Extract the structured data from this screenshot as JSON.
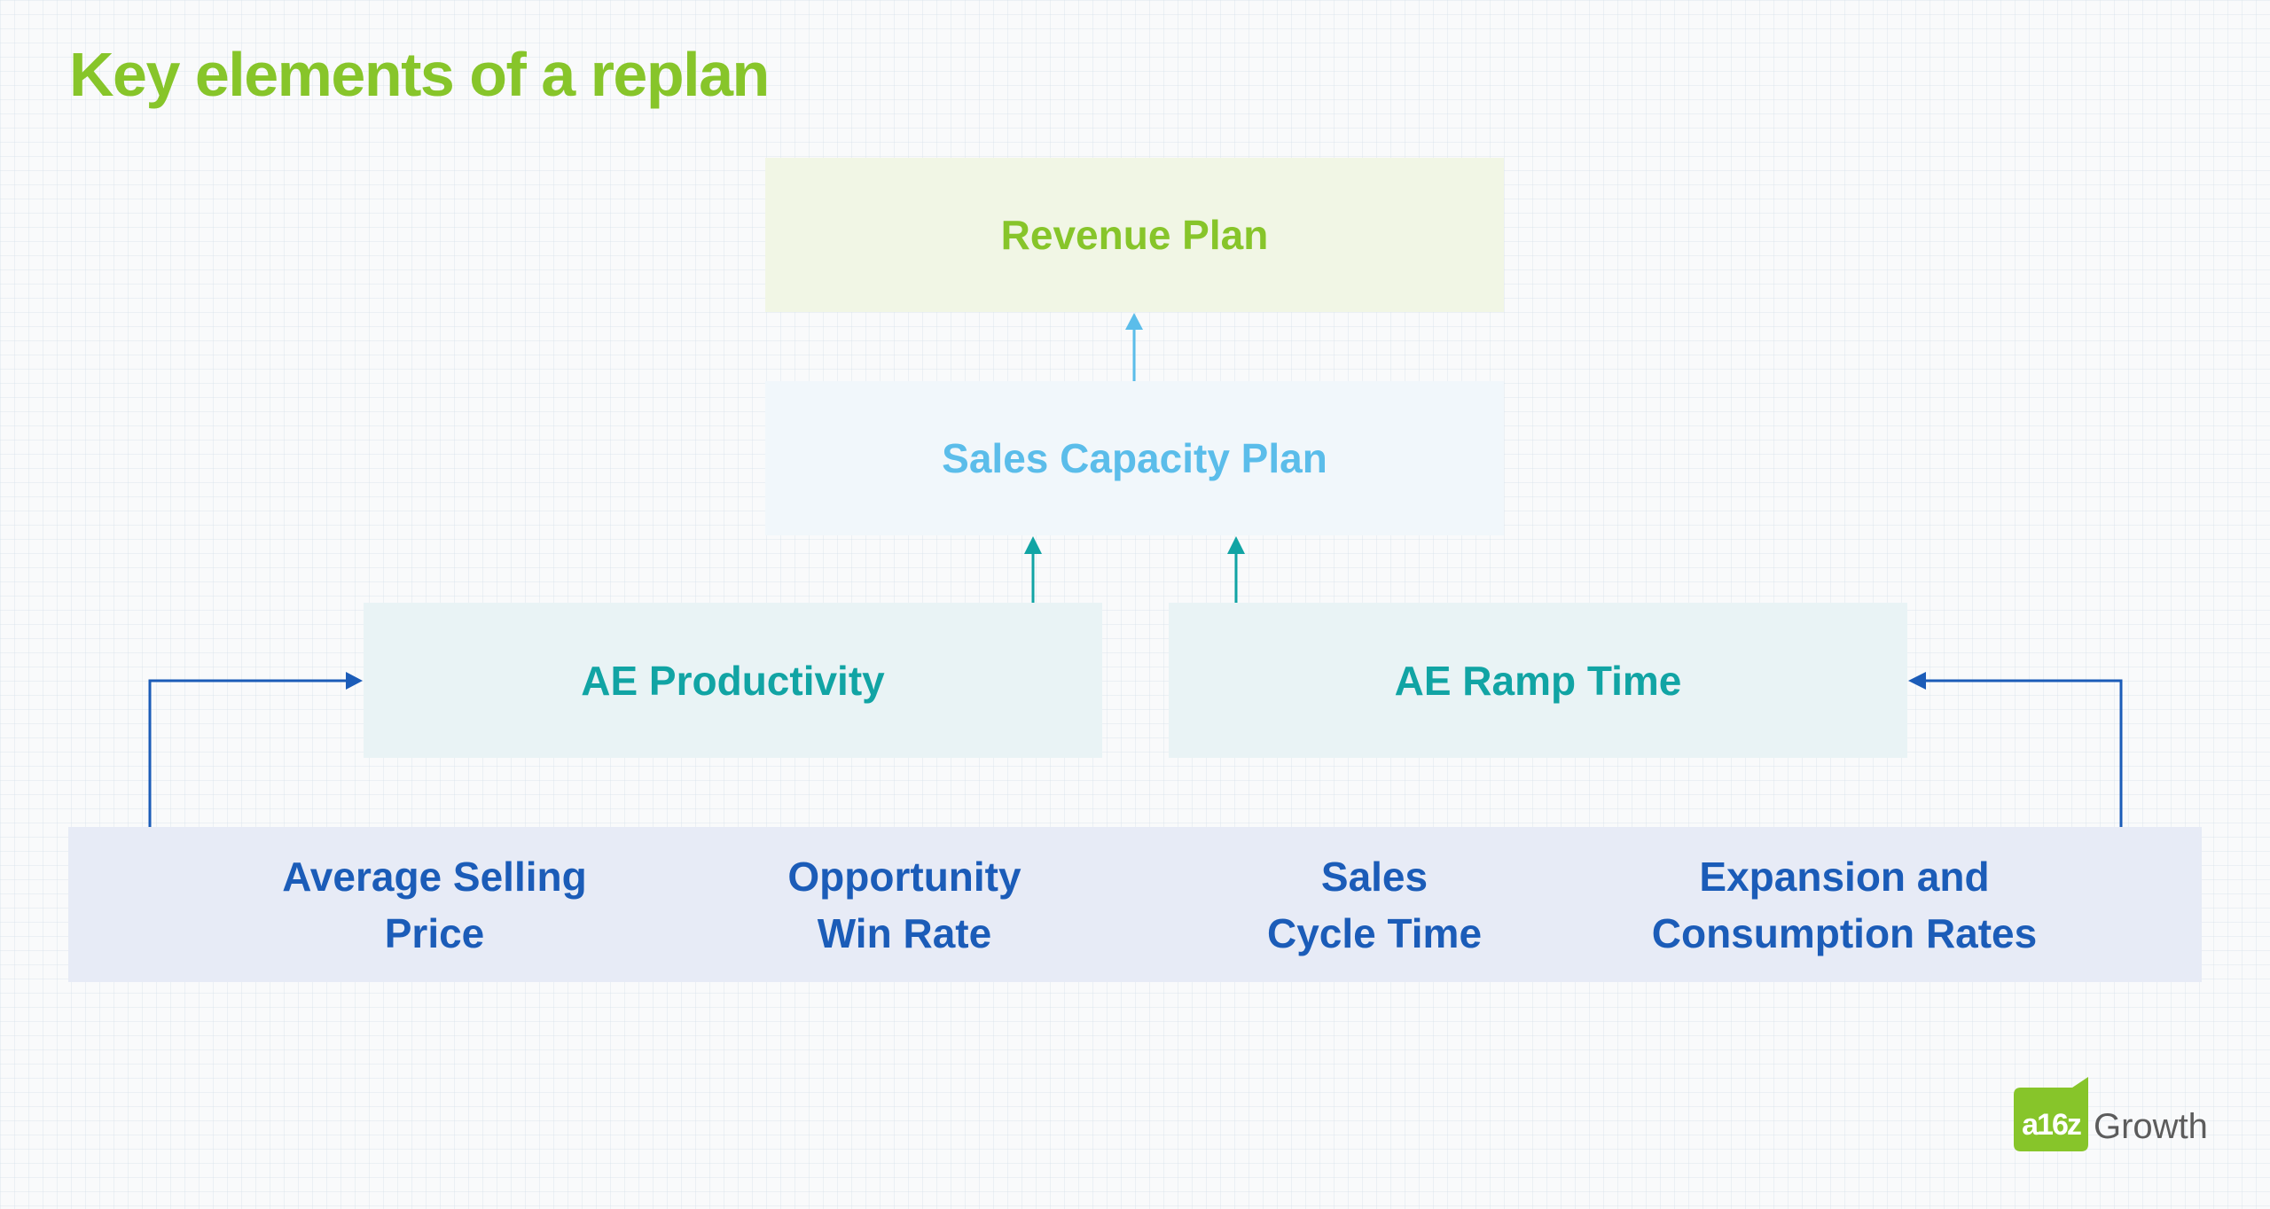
{
  "title": "Key elements of a replan",
  "nodes": {
    "revenue_plan": "Revenue Plan",
    "sales_capacity_plan": "Sales Capacity Plan",
    "ae_productivity": "AE Productivity",
    "ae_ramp_time": "AE Ramp Time"
  },
  "drivers": [
    {
      "label": "Average Selling\nPrice"
    },
    {
      "label": "Opportunity\nWin Rate"
    },
    {
      "label": "Sales\nCycle Time"
    },
    {
      "label": "Expansion and\nConsumption Rates"
    }
  ],
  "brand": {
    "logo_text": "a16z",
    "word": "Growth"
  },
  "colors": {
    "title": "#87c52a",
    "revenue": "#87c52a",
    "capacity": "#5bbdea",
    "ae": "#11a4a4",
    "drivers": "#1b5cb8",
    "arrow_capacity_to_revenue": "#5bbdea",
    "arrow_ae_to_capacity": "#11a4a4",
    "arrow_drivers": "#1b5cb8",
    "brand_logo": "#87c52a"
  }
}
